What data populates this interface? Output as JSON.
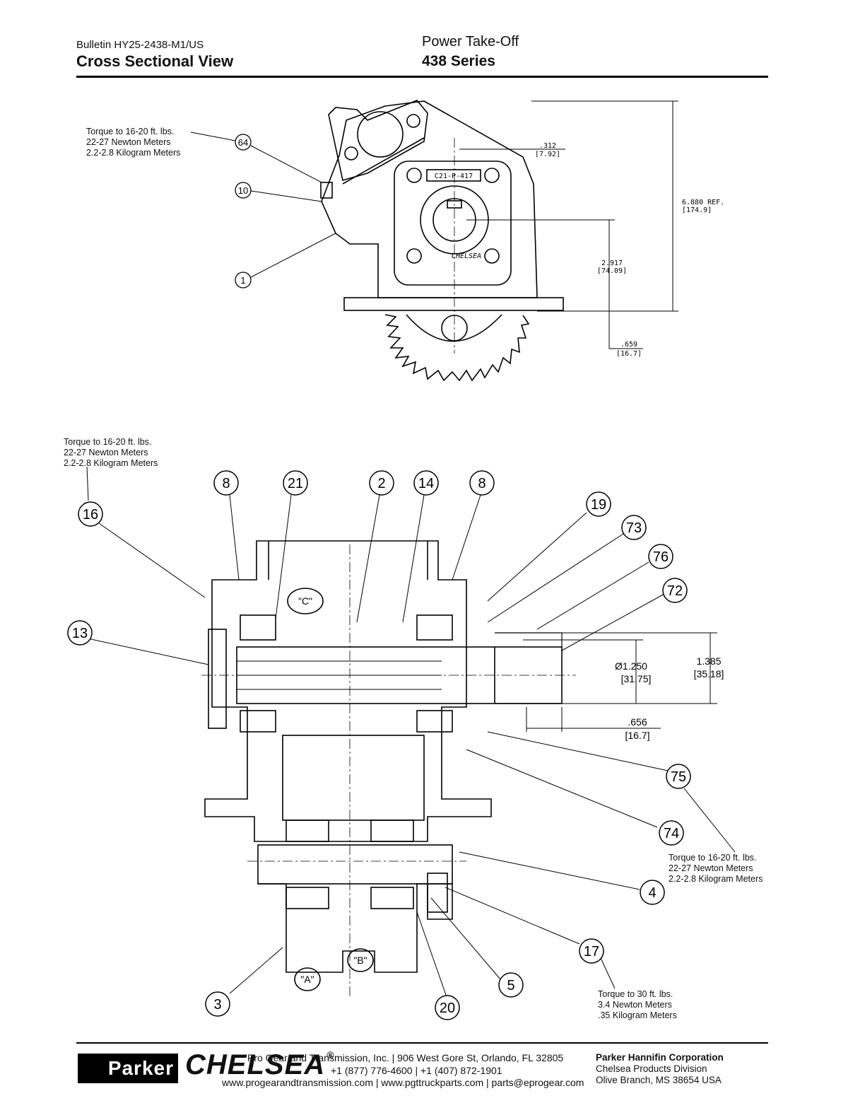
{
  "header": {
    "bulletin": "Bulletin HY25-2438-M1/US",
    "title": "Cross Sectional View",
    "product": "Power Take-Off",
    "series": "438 Series"
  },
  "top_view": {
    "note": [
      "Torque to 16-20 ft. lbs.",
      "22-27 Newton Meters",
      "2.2-2.8 Kilogram Meters"
    ],
    "callouts": [
      "64",
      "10",
      "1"
    ],
    "nameplate": "C21-P-417",
    "brand_mark": "CHELSEA",
    "dims": {
      "d1": ".312",
      "d1m": "[7.92]",
      "d2": "6.880 REF.",
      "d2m": "[174.9]",
      "d3": "2.917",
      "d3m": "[74.09]",
      "d4": ".659",
      "d4m": "[16.7]"
    }
  },
  "section_view": {
    "note_left": [
      "Torque to 16-20 ft. lbs.",
      "22-27 Newton Meters",
      "2.2-2.8 Kilogram Meters"
    ],
    "note_right": [
      "Torque to 16-20 ft. lbs.",
      "22-27 Newton Meters",
      "2.2-2.8 Kilogram Meters"
    ],
    "note_bottom": [
      "Torque to 30 ft. lbs.",
      "3.4 Newton Meters",
      ".35 Kilogram Meters"
    ],
    "callouts": [
      "16",
      "8",
      "21",
      "2",
      "14",
      "8",
      "19",
      "73",
      "76",
      "72",
      "13",
      "75",
      "74",
      "4",
      "17",
      "5",
      "20",
      "3"
    ],
    "gear_labels": [
      "\"C\"",
      "\"B\"",
      "\"A\""
    ],
    "dims": {
      "dia": "Ø1.250",
      "diam": "[31.75]",
      "len": "1.385",
      "lenm": "[35.18]",
      "off": ".656",
      "offm": "[16.7]"
    }
  },
  "footer": {
    "line1": "Pro Gear and Transmission, Inc. | 906 West Gore St, Orlando, FL  32805",
    "line2": "+1 (877) 776-4600 | +1 (407) 872-1901",
    "line3": "www.progearandtransmission.com | www.pgttruckparts.com | parts@eprogear.com",
    "parker_logo": "Parker",
    "chelsea_logo": "CHELSEA",
    "company": "Parker Hannifin Corporation",
    "division": "Chelsea Products Division",
    "address": "Olive Branch, MS 38654  USA"
  }
}
